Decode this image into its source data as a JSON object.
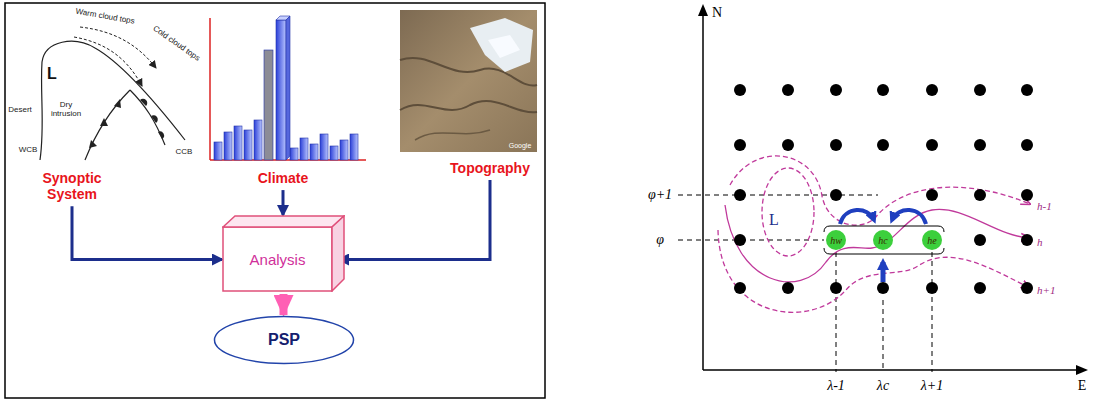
{
  "diagram": {
    "nodes": [
      {
        "text": [
          "Synoptic System"
        ]
      },
      {
        "text": [
          "Climate"
        ]
      },
      {
        "text": [
          "Topography"
        ]
      },
      {
        "text": [
          "Analysis"
        ]
      },
      {
        "text": [
          "PSP"
        ]
      }
    ],
    "edges": [
      {
        "from": 0,
        "to": 3,
        "arrow": "to"
      },
      {
        "from": 1,
        "to": 3,
        "arrow": "to"
      },
      {
        "from": 2,
        "to": 3,
        "arrow": "to"
      },
      {
        "from": 3,
        "to": 4,
        "arrow": "to"
      }
    ],
    "labels": [
      "Warm cloud tops",
      "Cold cloud tops",
      "L",
      "Desert",
      "Dry intrusion",
      "WCB",
      "CCB",
      "Google",
      "N",
      "E",
      "φ+1",
      "φ",
      "λ-1",
      "λc",
      "λ+1",
      "L",
      "hw",
      "hc",
      "he",
      "h-1",
      "h",
      "h+1"
    ]
  }
}
